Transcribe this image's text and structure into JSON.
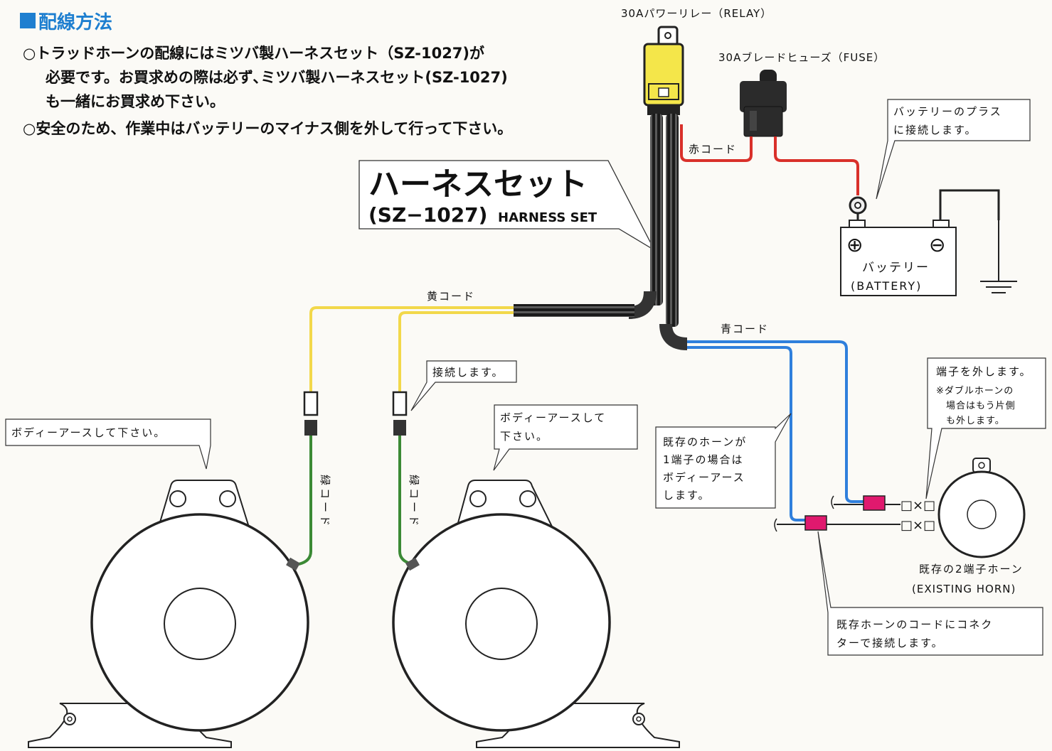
{
  "section_title": "配線方法",
  "notes": [
    "○トラッドホーンの配線にはミツバ製ハーネスセット（SZ-1027)が",
    "必要です。お買求めの際は必ず､ミツバ製ハーネスセット(SZ-1027)",
    "も一緒にお買求め下さい。",
    "○安全のため、作業中はバッテリーのマイナス側を外して行って下さい。"
  ],
  "harness": {
    "title": "ハーネスセット",
    "model": "(SZ−1027)",
    "english": "HARNESS SET"
  },
  "components": {
    "relay": "30Aパワーリレー（RELAY）",
    "fuse": "30Aブレードヒューズ（FUSE）",
    "battery_jp": "バッテリー",
    "battery_en": "(BATTERY)",
    "battery_plus": "⊕",
    "battery_minus": "⊖",
    "existing_horn_jp": "既存の2端子ホーン",
    "existing_horn_en": "(EXISTING HORN)"
  },
  "wires": {
    "red": "赤コード",
    "yellow": "黄コード",
    "blue": "青コード",
    "green": "緑コード"
  },
  "terminal_marks": {
    "top": "□×□",
    "bottom": "□×□"
  },
  "callouts": {
    "battery_plus": [
      "バッテリーのプラス",
      "に接続します。"
    ],
    "connect": "接続します。",
    "body_earth_left": "ボディーアースして下さい。",
    "body_earth_right": [
      "ボディーアースして",
      "下さい。"
    ],
    "existing_one_terminal": [
      "既存のホーンが",
      "1端子の場合は",
      "ボディーアース",
      "します。"
    ],
    "remove_terminal": "端子を外します。",
    "double_horn_note": [
      "※ダブルホーンの",
      "場合はもう片側",
      "も外します。"
    ],
    "connector_note": [
      "既存ホーンのコードにコネク",
      "ターで接続します。"
    ]
  },
  "colors": {
    "title_blue": "#1e7fd0",
    "red_wire": "#d9302a",
    "yellow_wire": "#f2d84a",
    "blue_wire": "#2f7fdc",
    "green_wire": "#3b8a35",
    "relay_yellow": "#f4e64a",
    "connector_pink": "#e0196e",
    "harness": "#333333"
  }
}
